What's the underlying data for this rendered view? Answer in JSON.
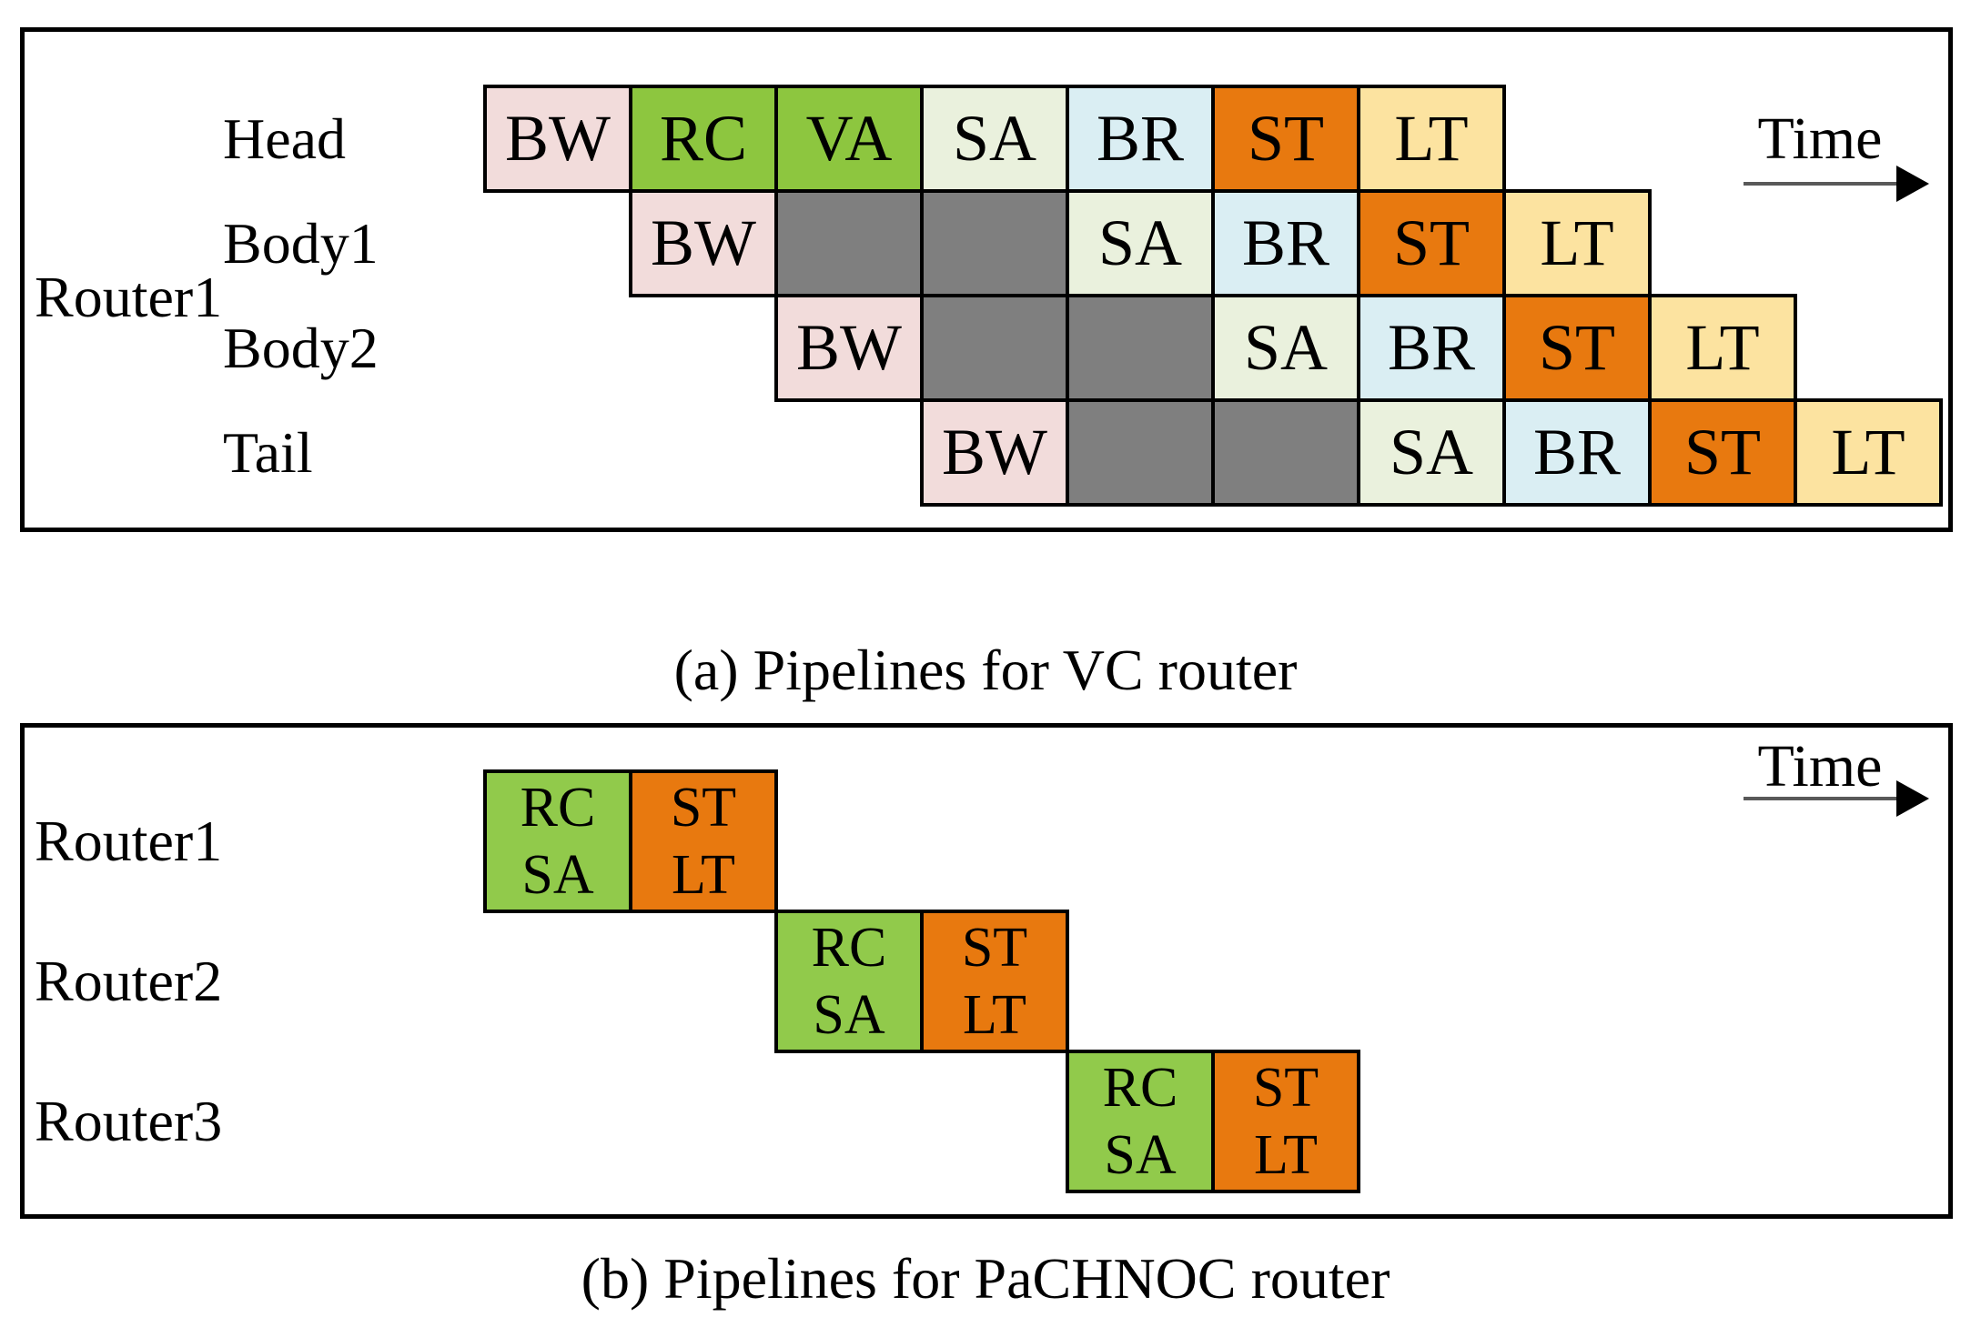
{
  "panel_a": {
    "caption": "(a) Pipelines for VC router",
    "router_label": "Router1",
    "time_label": "Time",
    "rows": [
      {
        "label": "Head",
        "offset": 0,
        "cells": [
          {
            "t": "BW",
            "c": "bw"
          },
          {
            "t": "RC",
            "c": "green"
          },
          {
            "t": "VA",
            "c": "green"
          },
          {
            "t": "SA",
            "c": "sa"
          },
          {
            "t": "BR",
            "c": "br"
          },
          {
            "t": "ST",
            "c": "st"
          },
          {
            "t": "LT",
            "c": "lt"
          }
        ]
      },
      {
        "label": "Body1",
        "offset": 1,
        "cells": [
          {
            "t": "BW",
            "c": "bw"
          },
          {
            "t": "",
            "c": "stall"
          },
          {
            "t": "",
            "c": "stall"
          },
          {
            "t": "SA",
            "c": "sa"
          },
          {
            "t": "BR",
            "c": "br"
          },
          {
            "t": "ST",
            "c": "st"
          },
          {
            "t": "LT",
            "c": "lt"
          }
        ]
      },
      {
        "label": "Body2",
        "offset": 2,
        "cells": [
          {
            "t": "BW",
            "c": "bw"
          },
          {
            "t": "",
            "c": "stall"
          },
          {
            "t": "",
            "c": "stall"
          },
          {
            "t": "SA",
            "c": "sa"
          },
          {
            "t": "BR",
            "c": "br"
          },
          {
            "t": "ST",
            "c": "st"
          },
          {
            "t": "LT",
            "c": "lt"
          }
        ]
      },
      {
        "label": "Tail",
        "offset": 3,
        "cells": [
          {
            "t": "BW",
            "c": "bw"
          },
          {
            "t": "",
            "c": "stall"
          },
          {
            "t": "",
            "c": "stall"
          },
          {
            "t": "SA",
            "c": "sa"
          },
          {
            "t": "BR",
            "c": "br"
          },
          {
            "t": "ST",
            "c": "st"
          },
          {
            "t": "LT",
            "c": "lt"
          }
        ]
      }
    ]
  },
  "panel_b": {
    "caption": "(b) Pipelines for PaCHNOC router",
    "time_label": "Time",
    "rows": [
      {
        "label": "Router1",
        "cells": [
          {
            "lines": [
              "RC",
              "SA"
            ],
            "c": "green_b"
          },
          {
            "lines": [
              "ST",
              "LT"
            ],
            "c": "st"
          }
        ]
      },
      {
        "label": "Router2",
        "cells": [
          {
            "lines": [
              "RC",
              "SA"
            ],
            "c": "green_b"
          },
          {
            "lines": [
              "ST",
              "LT"
            ],
            "c": "st"
          }
        ]
      },
      {
        "label": "Router3",
        "cells": [
          {
            "lines": [
              "RC",
              "SA"
            ],
            "c": "green_b"
          },
          {
            "lines": [
              "ST",
              "LT"
            ],
            "c": "st"
          }
        ]
      }
    ]
  },
  "colors": {
    "bw": "#f2dcdb",
    "green": "#8dc63f",
    "green_b": "#91ca4b",
    "sa": "#eaf1dd",
    "br": "#daeef3",
    "st": "#e8790f",
    "lt": "#fce3a0",
    "stall": "#7f7f7f",
    "cell_border": "#000000",
    "arrow_line": "#595959",
    "arrow_head": "#000000"
  }
}
